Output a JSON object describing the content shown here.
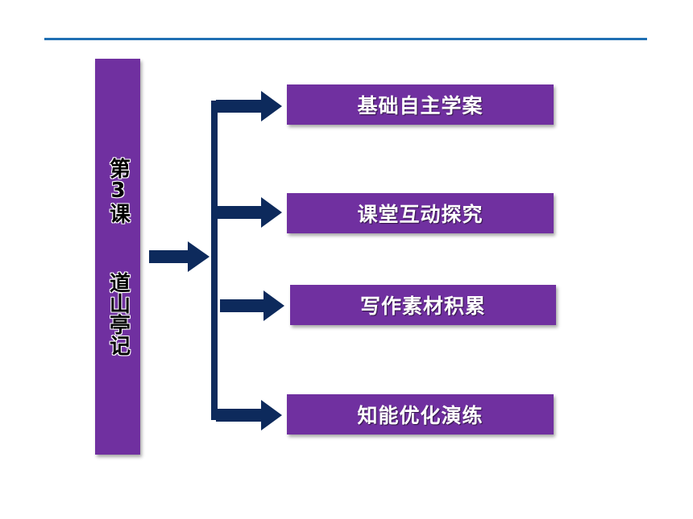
{
  "lesson": {
    "title": "第3课  道山亭记"
  },
  "sections": [
    {
      "label": "基础自主学案"
    },
    {
      "label": "课堂互动探究"
    },
    {
      "label": "写作素材积累"
    },
    {
      "label": "知能优化演练"
    }
  ],
  "colors": {
    "rule": "#1f6fb3",
    "box": "#7030a0",
    "arrow": "#0d2a5c"
  }
}
